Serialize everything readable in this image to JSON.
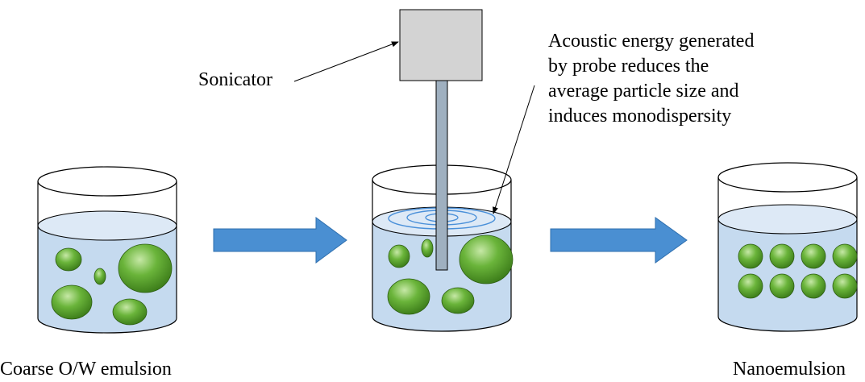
{
  "labels": {
    "sonicator": "Sonicator",
    "note_lines": [
      "Acoustic energy generated",
      "by probe reduces the",
      "average particle size and",
      "induces monodispersity"
    ],
    "coarse": "Coarse O/W emulsion",
    "nano": "Nanoemulsion"
  },
  "colors": {
    "liquid": "#c5daef",
    "liquid_surface": "#dde9f6",
    "droplet": "#6ab43a",
    "droplet_dark": "#3a7a18",
    "droplet_light": "#c6e8a6",
    "arrow": "#4a8fd2",
    "arrow_edge": "#2f6fae",
    "sonicator_box": "#d3d3d3",
    "probe": "#9fb0c0",
    "ripple": "#4a90d9",
    "outline": "#000000"
  },
  "beakers": [
    {
      "name": "coarse-emulsion-beaker",
      "droplets": 5
    },
    {
      "name": "sonication-beaker",
      "droplets": 5
    },
    {
      "name": "nanoemulsion-beaker",
      "droplets": 8
    }
  ]
}
